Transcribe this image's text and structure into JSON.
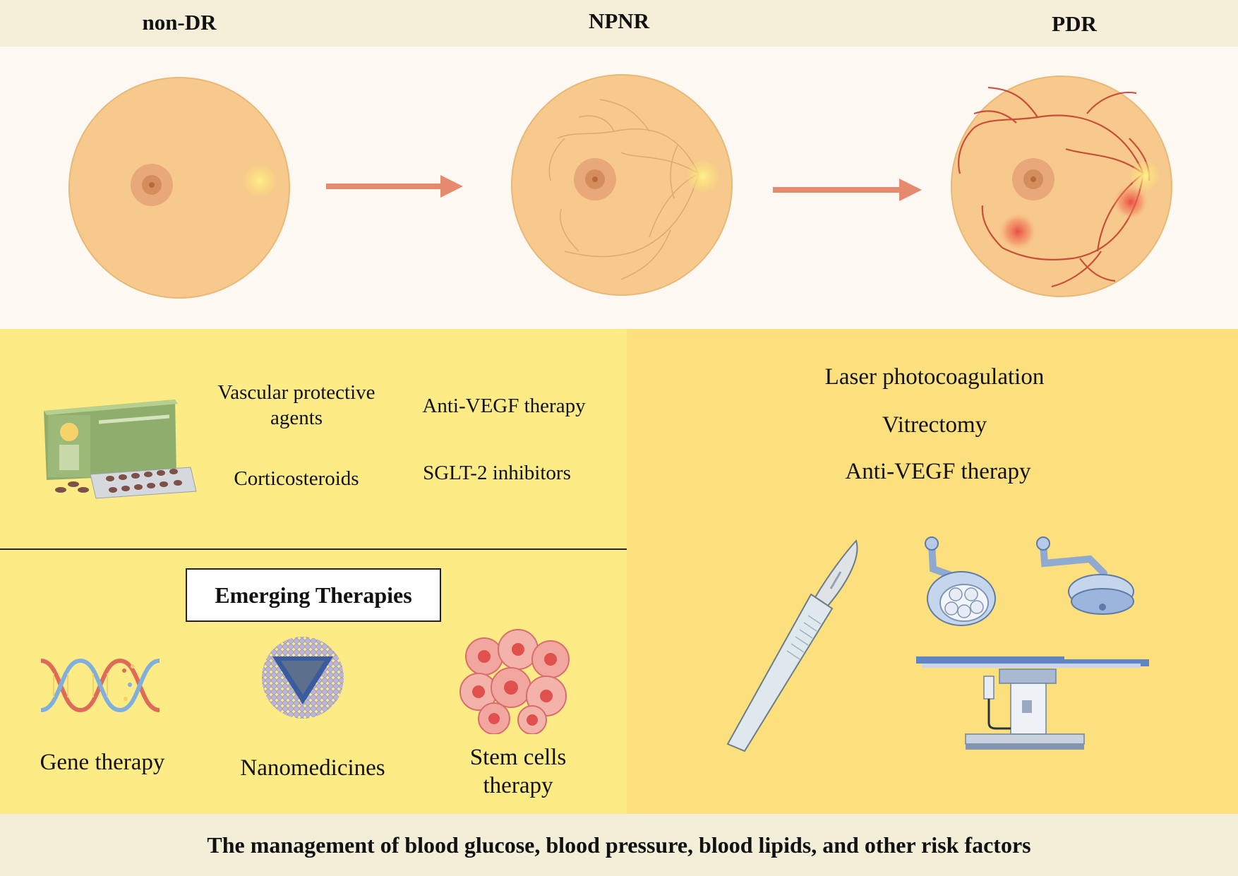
{
  "stages": {
    "non_dr": "non-DR",
    "npnr": "NPNR",
    "pdr": "PDR"
  },
  "early_treatments": {
    "vascular_protective": "Vascular protective agents",
    "anti_vegf": "Anti-VEGF therapy",
    "corticosteroids": "Corticosteroids",
    "sglt2": "SGLT-2 inhibitors"
  },
  "pdr_treatments": {
    "laser": "Laser photocoagulation",
    "vitrectomy": "Vitrectomy",
    "anti_vegf": "Anti-VEGF therapy"
  },
  "emerging": {
    "title": "Emerging Therapies",
    "gene": "Gene therapy",
    "nano": "Nanomedicines",
    "stem": "Stem cells therapy"
  },
  "footer": "The management of blood glucose, blood pressure, blood lipids, and other risk factors",
  "colors": {
    "fundus": "#f8c98c",
    "arrow": "#e58a6e",
    "vessel_pdr": "#c0392b",
    "vessel_npnr": "#d9a06a",
    "panel_left": "#fdeb86",
    "panel_right": "#fce07d"
  },
  "icons": [
    "pill-box-icon",
    "dna-icon",
    "nanoparticle-icon",
    "stem-cells-icon",
    "scalpel-icon",
    "surgical-light-icon",
    "operating-table-icon"
  ]
}
